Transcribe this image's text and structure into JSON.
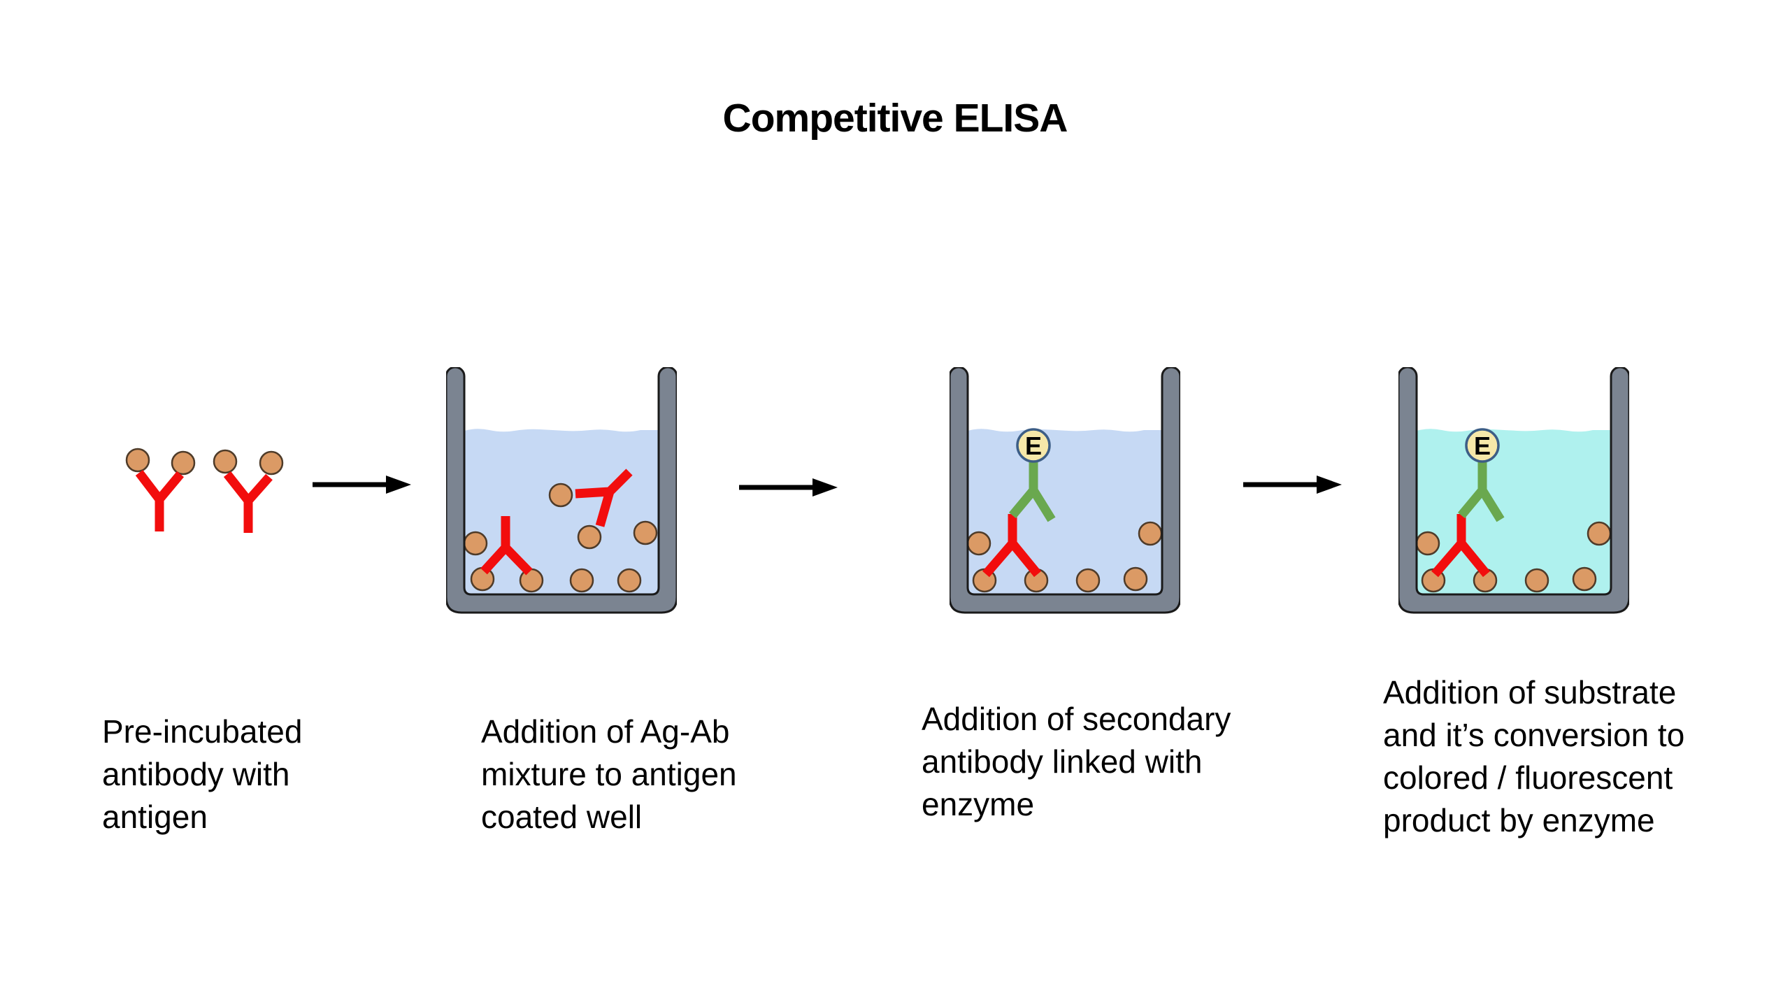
{
  "title": "Competitive ELISA",
  "enzyme_label": "E",
  "stages": [
    {
      "name": "pre-incubation",
      "label_lines": [
        "Pre-incubated",
        "antibody with",
        "antigen"
      ]
    },
    {
      "name": "addition-to-well",
      "label_lines": [
        "Addition of Ag-Ab",
        "mixture to antigen",
        "coated well"
      ]
    },
    {
      "name": "secondary-antibody",
      "label_lines": [
        "Addition of secondary",
        "antibody linked with",
        "enzyme"
      ]
    },
    {
      "name": "substrate-conversion",
      "label_lines": [
        "Addition of substrate",
        "and it’s conversion to",
        "colored / fluorescent",
        "product by enzyme"
      ]
    }
  ],
  "colors": {
    "background": "#ffffff",
    "text": "#000000",
    "arrow": "#000000",
    "antibody_primary": "#f20d0d",
    "antibody_secondary": "#6aa84f",
    "antigen_fill": "#db9a65",
    "antigen_outline": "#4e3b29",
    "well_wall": "#7b8491",
    "well_outline": "#1a1a1a",
    "liquid_blue": "#c6d9f4",
    "liquid_cyan": "#aff1ee",
    "enzyme_fill": "#f6e8a9",
    "enzyme_outline": "#3d5e86"
  }
}
